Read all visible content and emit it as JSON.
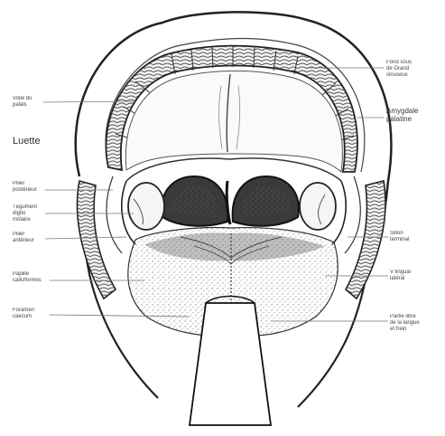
{
  "labels_left": [
    {
      "id": "voile",
      "text": "Voile du\npalais"
    },
    {
      "id": "luette",
      "text": "Luette"
    },
    {
      "id": "pilier-post",
      "text": "Pilier\npostérieur"
    },
    {
      "id": "tonsil",
      "text": "Tégument\ndigito\nmolaire"
    },
    {
      "id": "pilier-ant",
      "text": "Pilier\nantérieur"
    },
    {
      "id": "papille",
      "text": "Papille\ncaliciformes"
    },
    {
      "id": "foramen",
      "text": "Foramen\ncaecum"
    }
  ],
  "labels_right": [
    {
      "id": "sinus",
      "text": "Fond sous\nde Grand\nsinuseux"
    },
    {
      "id": "amygdale",
      "text": "Amygdale\npalatine"
    },
    {
      "id": "r3",
      "text": "Sillon\nterminal"
    },
    {
      "id": "r4",
      "text": "V lingual\nlatéral"
    },
    {
      "id": "r5",
      "text": "Partie libre\nde la langue\net frein"
    }
  ]
}
